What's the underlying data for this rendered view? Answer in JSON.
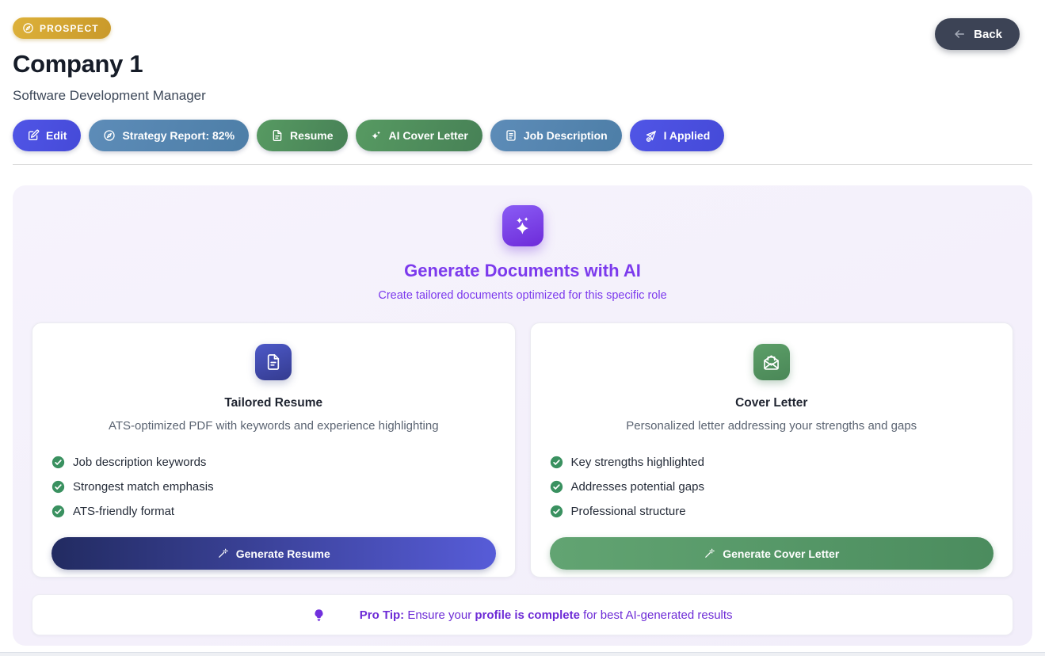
{
  "colors": {
    "accent_purple": "#7c3aed",
    "indigo_button": "#4b50e0",
    "steel_blue_button": "#557fa9",
    "green_button": "#4f8d5c",
    "gold_badge": "#d2a430",
    "back_button_dark": "#3c4355",
    "check_green": "#3a9160",
    "panel_background": "#f5f1fb"
  },
  "header": {
    "status_badge": "PROSPECT",
    "status_icon": "compass-icon",
    "company_name": "Company 1",
    "job_title": "Software Development Manager",
    "back_label": "Back",
    "back_icon": "arrow-left-icon"
  },
  "toolbar": {
    "buttons": [
      {
        "label": "Edit",
        "icon": "edit-icon",
        "variant": "indigo"
      },
      {
        "label": "Strategy Report: 82%",
        "icon": "compass-icon",
        "variant": "steel"
      },
      {
        "label": "Resume",
        "icon": "document-icon",
        "variant": "green"
      },
      {
        "label": "AI Cover Letter",
        "icon": "sparkles-icon",
        "variant": "green"
      },
      {
        "label": "Job Description",
        "icon": "list-icon",
        "variant": "steel"
      },
      {
        "label": "I Applied",
        "icon": "paper-plane-check-icon",
        "variant": "indigo"
      }
    ]
  },
  "generator": {
    "hero_icon": "sparkles-icon",
    "title": "Generate Documents with AI",
    "subtitle": "Create tailored documents optimized for this specific role",
    "cards": [
      {
        "icon": "document-icon",
        "title": "Tailored Resume",
        "description": "ATS-optimized PDF with keywords and experience highlighting",
        "features": [
          "Job description keywords",
          "Strongest match emphasis",
          "ATS-friendly format"
        ],
        "button_label": "Generate Resume",
        "button_icon": "magic-wand-icon"
      },
      {
        "icon": "envelope-open-icon",
        "title": "Cover Letter",
        "description": "Personalized letter addressing your strengths and gaps",
        "features": [
          "Key strengths highlighted",
          "Addresses potential gaps",
          "Professional structure"
        ],
        "button_label": "Generate Cover Letter",
        "button_icon": "magic-wand-icon"
      }
    ],
    "pro_tip": {
      "icon": "lightbulb-icon",
      "prefix": "Pro Tip:",
      "text_1": " Ensure your ",
      "bold_text": "profile is complete",
      "text_2": " for best AI-generated results"
    }
  }
}
